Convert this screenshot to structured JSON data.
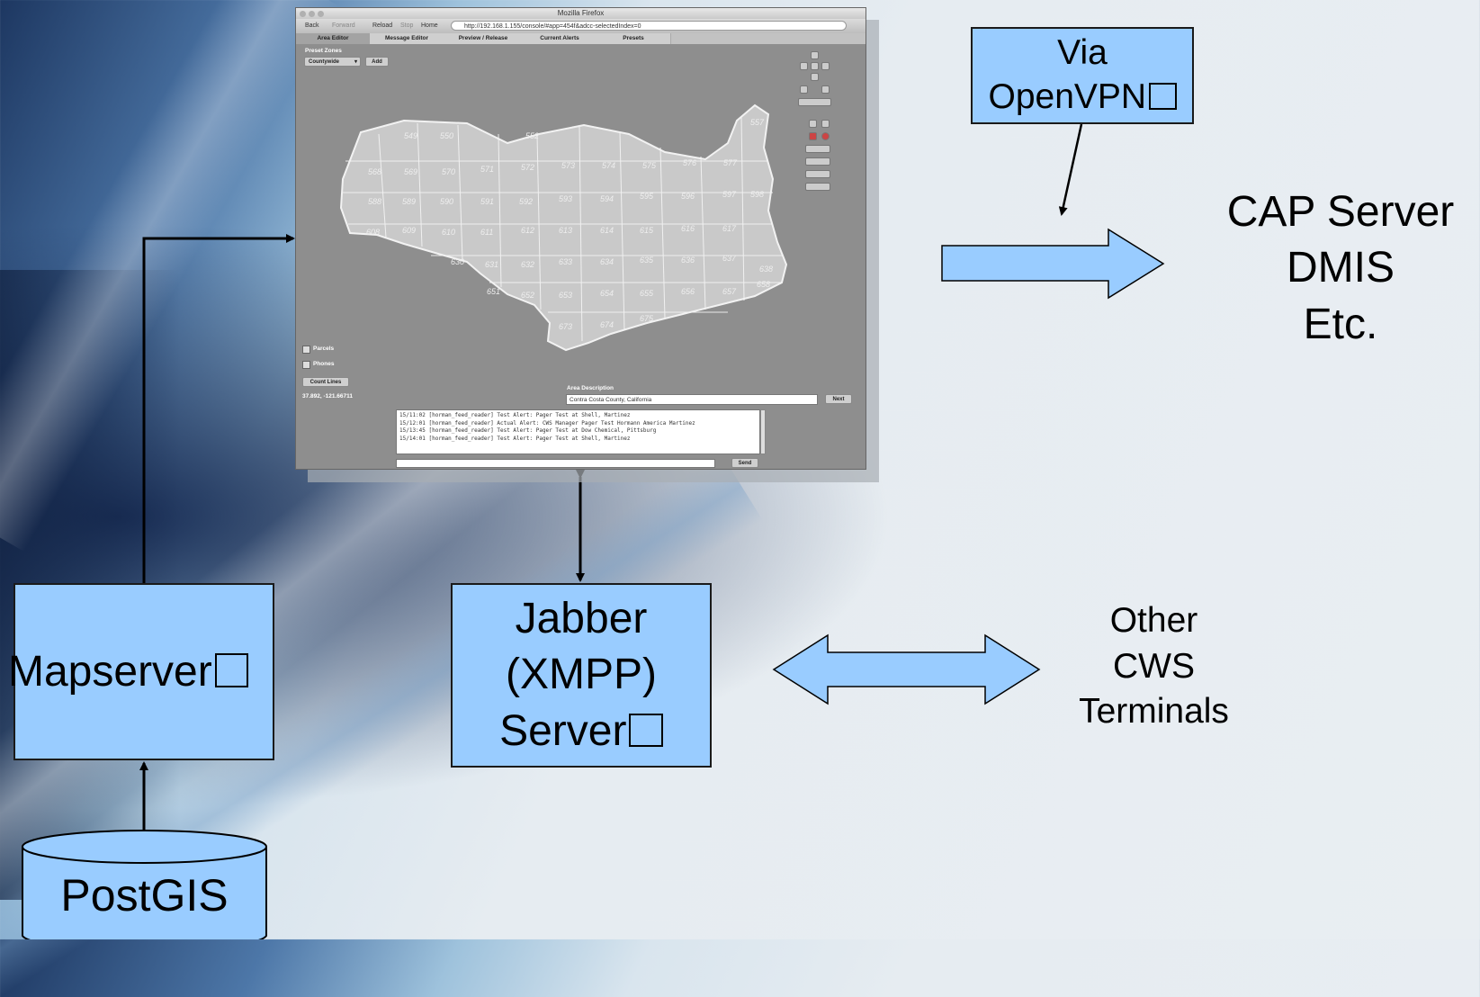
{
  "labels": {
    "via_openvpn": [
      "Via",
      "OpenVPN"
    ],
    "cap_server": [
      "CAP Server",
      "DMIS",
      "Etc."
    ],
    "mapserver": "Mapserver",
    "jabber": [
      "Jabber",
      "(XMPP)",
      "Server"
    ],
    "other_cws": [
      "Other",
      "CWS",
      "Terminals"
    ],
    "postgis": "PostGIS"
  },
  "colors": {
    "box_fill": "#99ccff",
    "arrow_fill": "#99ccff",
    "line": "#000000"
  },
  "screenshot": {
    "window_title": "Mozilla Firefox",
    "nav": {
      "back": "Back",
      "forward": "Forward",
      "reload": "Reload",
      "stop": "Stop",
      "home": "Home"
    },
    "url": "http://192.168.1.155/console/#app=454f&adcc-selectedIndex=0",
    "tabs": [
      "Area Editor",
      "Message Editor",
      "Preview / Release",
      "Current Alerts",
      "Presets"
    ],
    "active_tab": "Area Editor",
    "preset_zones_label": "Preset Zones",
    "preset_select": "Countywide",
    "add_button": "Add",
    "layers": [
      "Parcels",
      "Phones"
    ],
    "count_lines_button": "Count Lines",
    "coordinates": "37.892, -121.66711",
    "area_description_label": "Area Description",
    "area_description_value": "Contra Costa County, California",
    "next_button": "Next",
    "log_lines": [
      "15/11:02 [horman_feed_reader]  Test Alert: Pager Test at Shell, Martinez",
      "15/12:01 [horman_feed_reader]  Actual Alert: CWS Manager Pager Test Hormann America Martinez",
      "15/13:45 [horman_feed_reader]  Test Alert: Pager Test at Dow Chemical, Pittsburg",
      "15/14:01 [horman_feed_reader]  Test Alert: Pager Test at Shell, Martinez"
    ],
    "send_button": "Send",
    "map_tiles": [
      "549",
      "550",
      "552",
      "568",
      "569",
      "570",
      "571",
      "572",
      "573",
      "574",
      "575",
      "576",
      "577",
      "557",
      "588",
      "589",
      "590",
      "591",
      "592",
      "593",
      "594",
      "595",
      "596",
      "597",
      "598",
      "608",
      "609",
      "610",
      "611",
      "612",
      "613",
      "614",
      "615",
      "616",
      "617",
      "630",
      "631",
      "632",
      "633",
      "634",
      "635",
      "636",
      "637",
      "638",
      "651",
      "652",
      "653",
      "654",
      "655",
      "656",
      "657",
      "658",
      "673",
      "674",
      "675"
    ]
  }
}
